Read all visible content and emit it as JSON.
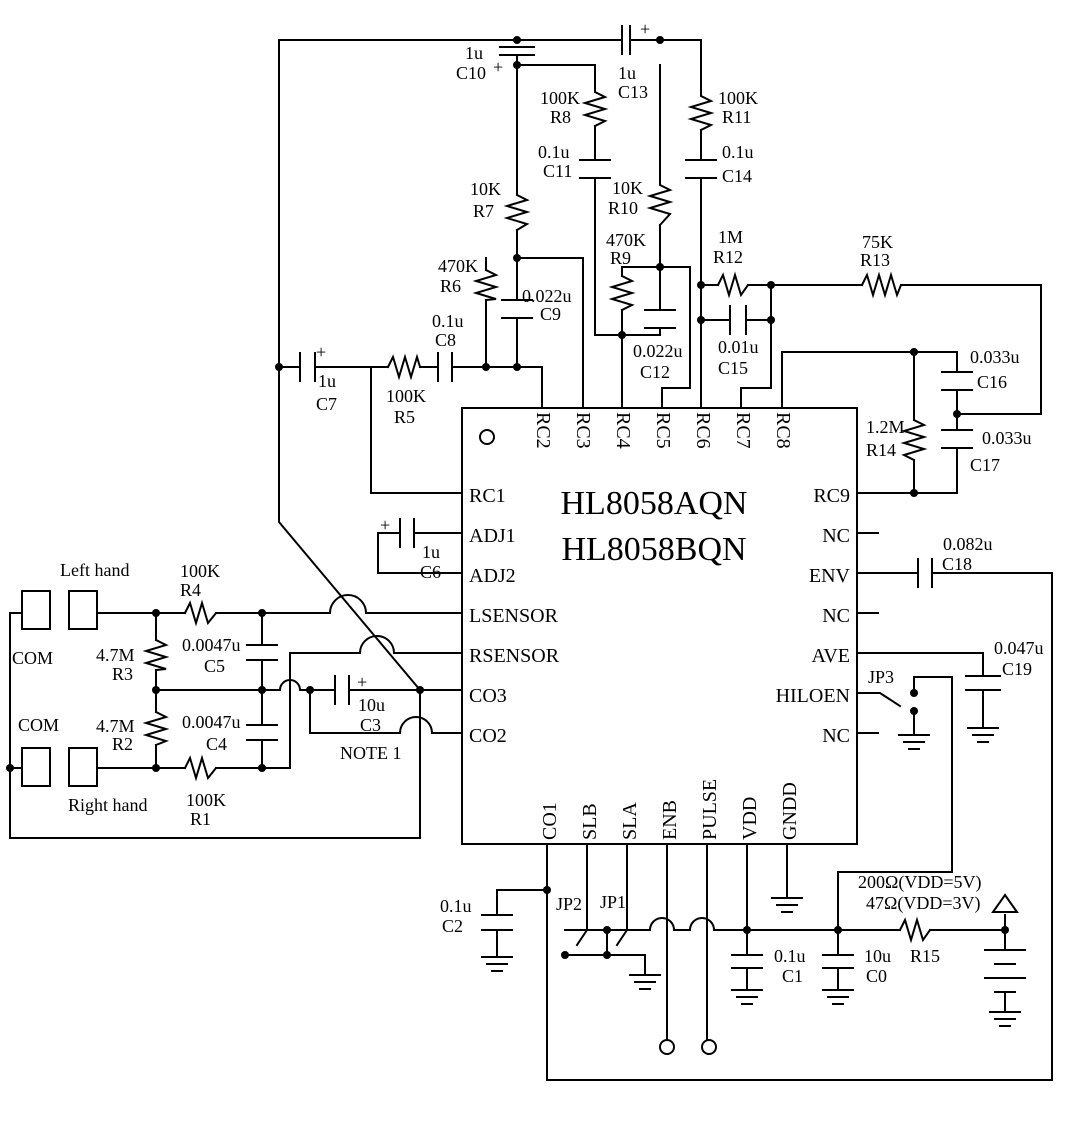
{
  "chip": {
    "name_a": "HL8058AQN",
    "name_b": "HL8058BQN",
    "pins_top": [
      "RC2",
      "RC3",
      "RC4",
      "RC5",
      "RC6",
      "RC7",
      "RC8"
    ],
    "pins_left": [
      "RC1",
      "ADJ1",
      "ADJ2",
      "LSENSOR",
      "RSENSOR",
      "CO3",
      "CO2"
    ],
    "pins_right": [
      "RC9",
      "NC",
      "ENV",
      "NC",
      "AVE",
      "HILOEN",
      "NC"
    ],
    "pins_bottom": [
      "CO1",
      "SLB",
      "SLA",
      "ENB",
      "PULSE",
      "VDD",
      "GNDD"
    ]
  },
  "components": {
    "R1": {
      "ref": "R1",
      "value": "100K"
    },
    "R2": {
      "ref": "R2",
      "value": "4.7M"
    },
    "R3": {
      "ref": "R3",
      "value": "4.7M"
    },
    "R4": {
      "ref": "R4",
      "value": "100K"
    },
    "R5": {
      "ref": "R5",
      "value": "100K"
    },
    "R6": {
      "ref": "R6",
      "value": "470K"
    },
    "R7": {
      "ref": "R7",
      "value": "10K"
    },
    "R8": {
      "ref": "R8",
      "value": "100K"
    },
    "R9": {
      "ref": "R9",
      "value": "470K"
    },
    "R10": {
      "ref": "R10",
      "value": "10K"
    },
    "R11": {
      "ref": "R11",
      "value": "100K"
    },
    "R12": {
      "ref": "R12",
      "value": "1M"
    },
    "R13": {
      "ref": "R13",
      "value": "75K"
    },
    "R14": {
      "ref": "R14",
      "value": "1.2M"
    },
    "R15": {
      "ref": "R15",
      "value_5v": "200Ω(VDD=5V)",
      "value_3v": "47Ω(VDD=3V)"
    },
    "C0": {
      "ref": "C0",
      "value": "10u"
    },
    "C1": {
      "ref": "C1",
      "value": "0.1u"
    },
    "C2": {
      "ref": "C2",
      "value": "0.1u"
    },
    "C3": {
      "ref": "C3",
      "value": "10u"
    },
    "C4": {
      "ref": "C4",
      "value": "0.0047u"
    },
    "C5": {
      "ref": "C5",
      "value": "0.0047u"
    },
    "C6": {
      "ref": "C6",
      "value": "1u"
    },
    "C7": {
      "ref": "C7",
      "value": "1u"
    },
    "C8": {
      "ref": "C8",
      "value": "0.1u"
    },
    "C9": {
      "ref": "C9",
      "value": "0.022u"
    },
    "C10": {
      "ref": "C10",
      "value": "1u"
    },
    "C11": {
      "ref": "C11",
      "value": "0.1u"
    },
    "C12": {
      "ref": "C12",
      "value": "0.022u"
    },
    "C13": {
      "ref": "C13",
      "value": "1u"
    },
    "C14": {
      "ref": "C14",
      "value": "0.1u"
    },
    "C15": {
      "ref": "C15",
      "value": "0.01u"
    },
    "C16": {
      "ref": "C16",
      "value": "0.033u"
    },
    "C17": {
      "ref": "C17",
      "value": "0.033u"
    },
    "C18": {
      "ref": "C18",
      "value": "0.082u"
    },
    "C19": {
      "ref": "C19",
      "value": "0.047u"
    }
  },
  "jumpers": {
    "JP1": "JP1",
    "JP2": "JP2",
    "JP3": "JP3"
  },
  "labels": {
    "left_hand": "Left hand",
    "right_hand": "Right hand",
    "com_top": "COM",
    "com_bottom": "COM",
    "note": "NOTE 1",
    "polarity": "+"
  }
}
